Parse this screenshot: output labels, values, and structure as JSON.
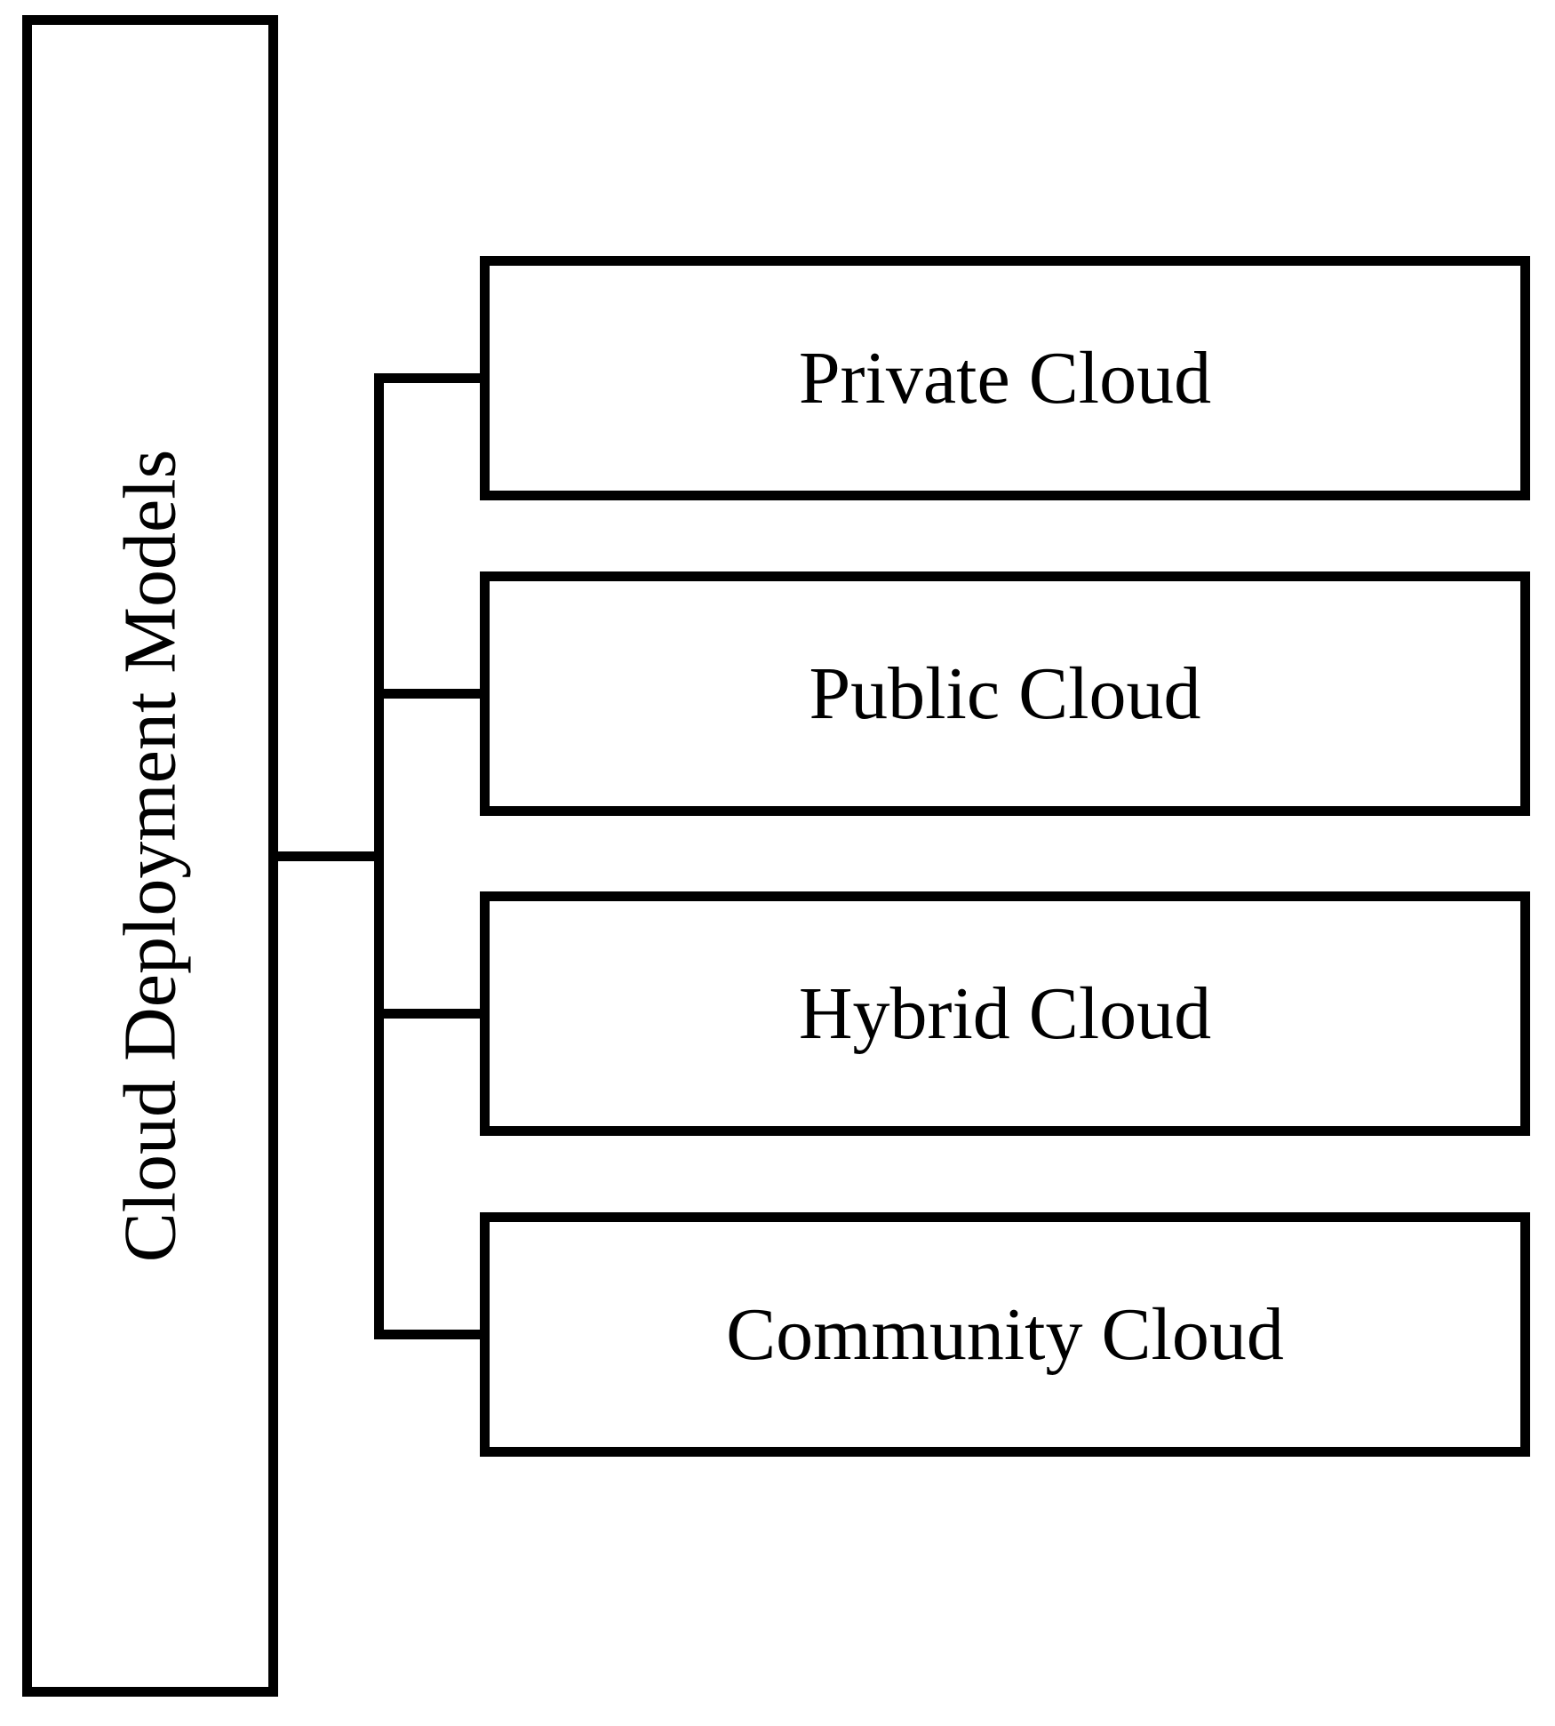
{
  "diagram": {
    "title": "Cloud Deployment Models",
    "root": {
      "label": "Cloud Deployment Models"
    },
    "children": [
      {
        "label": "Private Cloud"
      },
      {
        "label": "Public Cloud"
      },
      {
        "label": "Hybrid Cloud"
      },
      {
        "label": "Community Cloud"
      }
    ],
    "style": {
      "line_color": "#000000",
      "background_color": "#ffffff",
      "text_color": "#000000",
      "root_text_rotation_deg": -90
    }
  }
}
